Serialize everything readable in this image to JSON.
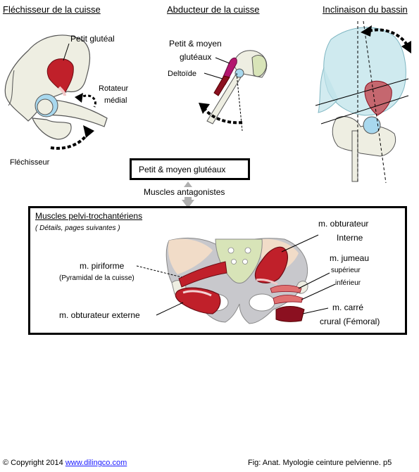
{
  "panels": {
    "flexor": {
      "title": "Fléchisseur de la cuisse",
      "muscle_label": "Petit glutéal",
      "rotator_label_1": "Rotateur",
      "rotator_label_2": "médial",
      "flexor_label": "Fléchisseur"
    },
    "abductor": {
      "title": "Abducteur de la cuisse",
      "muscle_label_1": "Petit & moyen",
      "muscle_label_2": "glutéaux",
      "deltoid_label": "Deltoïde"
    },
    "pelvis_tilt": {
      "title": "Inclinaison du bassin"
    }
  },
  "middle": {
    "box_label": "Petit & moyen glutéaux",
    "antagonists_label": "Muscles antagonistes"
  },
  "pelvi_box": {
    "title": "Muscles pelvi-trochantériens",
    "subtitle": "( Détails, pages suivantes )",
    "piriformis": "m. piriforme",
    "piriformis_alt": "(Pyramidal de la cuisse)",
    "obturator_ext": "m. obturateur externe",
    "obturator_int_1": "m. obturateur",
    "obturator_int_2": "Interne",
    "gemellus": "m. jumeau",
    "gemellus_sup": "supérieur",
    "gemellus_inf": "inférieur",
    "quadratus_1": "m. carré",
    "quadratus_2": "crural (Fémoral)"
  },
  "footer": {
    "copyright_symbol": "©",
    "copyright_text": "Copyright 2014",
    "website": "www.dilingco.com",
    "figure_caption": "Fig:  Anat. Myologie ceinture pelvienne. p5"
  },
  "colors": {
    "muscle_red": "#c0202a",
    "muscle_dark": "#8b1020",
    "bone": "#eeeee2",
    "bone_outline": "#555555",
    "cartilage_blue": "#a8d8ee",
    "sacrum_green": "#d8e4b8",
    "pelvis_tint": "#bfe3ea",
    "pelvis_gray": "#c8c8cc",
    "arrow_gray": "#b0b0b0"
  }
}
